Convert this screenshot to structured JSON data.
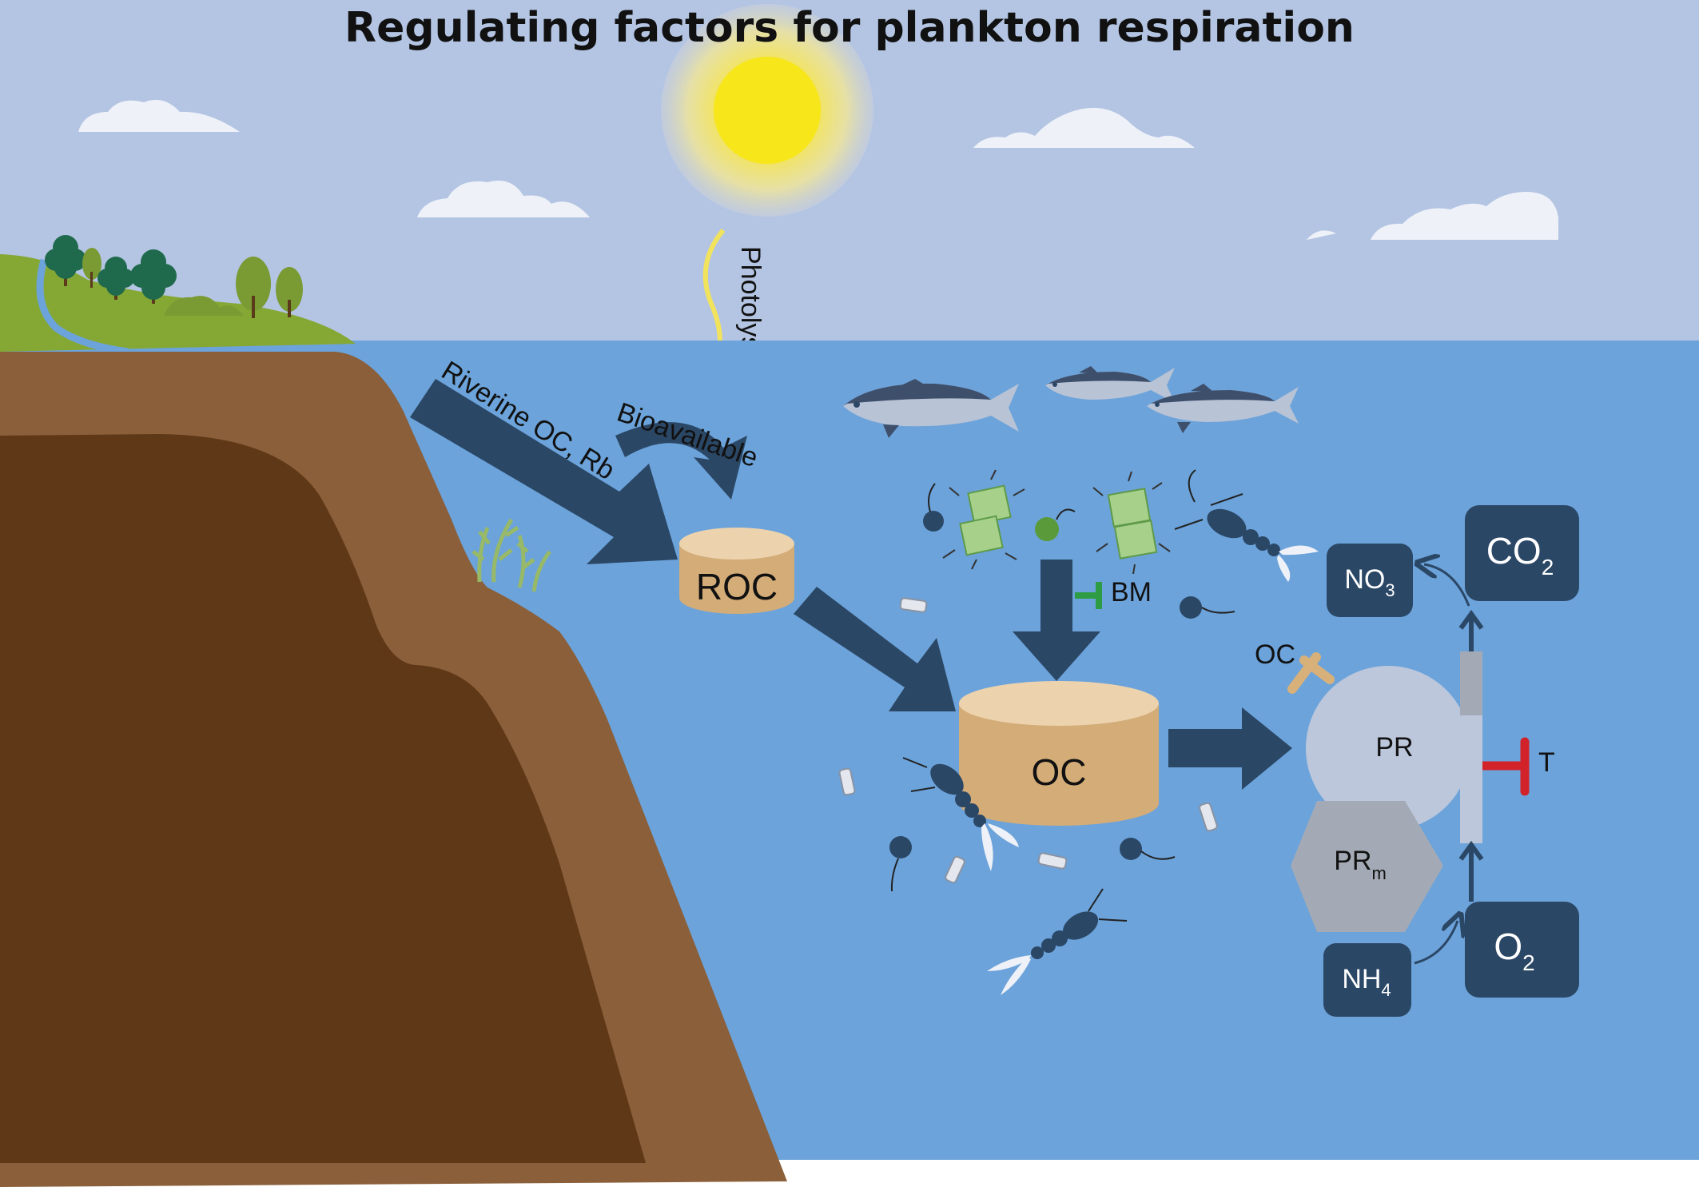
{
  "title": "Regulating factors for plankton respiration",
  "labels": {
    "photolysis": "Photolysis",
    "riverine": "Riverine OC, Rb",
    "bioavailable": "Bioavailable",
    "roc": "ROC",
    "oc_pool": "OC",
    "bm": "BM",
    "oc_inhibitor": "OC",
    "pr": "PR",
    "pr_m_base": "PR",
    "pr_m_sub": "m",
    "t": "T",
    "no3_base": "NO",
    "no3_sub": "3",
    "co2_base": "CO",
    "co2_sub": "2",
    "nh4_base": "NH",
    "nh4_sub": "4",
    "o2_base": "O",
    "o2_sub": "2"
  },
  "colors": {
    "sky": "#b4c5e3",
    "water": "#6ca3da",
    "soil_outer": "#8a5f3a",
    "soil_inner": "#5e3817",
    "grass": "#85a835",
    "arrow_navy": "#2b4766",
    "cylinder_body": "#d3ac78",
    "cylinder_top": "#ecd3ae",
    "pr_circle": "#bcc7dc",
    "pr_hexagon": "#a3aab5",
    "inhibitor_green": "#2e9c45",
    "inhibitor_tan": "#d7b07a",
    "inhibitor_red": "#d2232a",
    "sun_core": "#f7e619",
    "photolysis_arrow": "#f2e35c"
  }
}
